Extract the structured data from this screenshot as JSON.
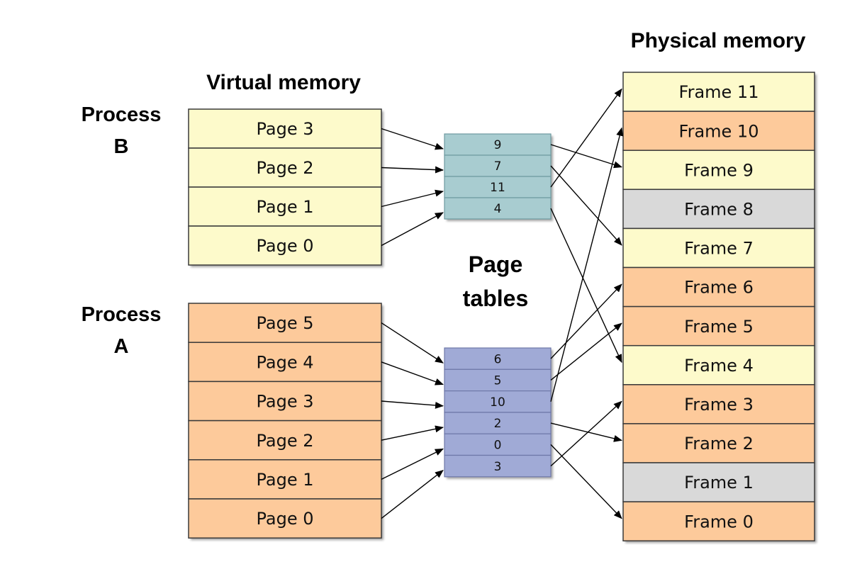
{
  "headings": {
    "virtual": "Virtual memory",
    "physical": "Physical memory",
    "page_tables_line1": "Page",
    "page_tables_line2": "tables"
  },
  "process_b": {
    "label_line1": "Process",
    "label_line2": "B",
    "pages": [
      "Page 3",
      "Page 2",
      "Page 1",
      "Page 0"
    ],
    "page_table": [
      "9",
      "7",
      "11",
      "4"
    ]
  },
  "process_a": {
    "label_line1": "Process",
    "label_line2": "A",
    "pages": [
      "Page 5",
      "Page 4",
      "Page 3",
      "Page 2",
      "Page 1",
      "Page 0"
    ],
    "page_table": [
      "6",
      "5",
      "10",
      "2",
      "0",
      "3"
    ]
  },
  "frames": [
    {
      "label": "Frame 11",
      "owner": "B"
    },
    {
      "label": "Frame 10",
      "owner": "A"
    },
    {
      "label": "Frame 9",
      "owner": "B"
    },
    {
      "label": "Frame 8",
      "owner": "free"
    },
    {
      "label": "Frame 7",
      "owner": "B"
    },
    {
      "label": "Frame 6",
      "owner": "A"
    },
    {
      "label": "Frame 5",
      "owner": "A"
    },
    {
      "label": "Frame 4",
      "owner": "B"
    },
    {
      "label": "Frame 3",
      "owner": "A"
    },
    {
      "label": "Frame 2",
      "owner": "A"
    },
    {
      "label": "Frame 1",
      "owner": "free"
    },
    {
      "label": "Frame 0",
      "owner": "A"
    }
  ],
  "colors": {
    "heading_blue": "#1a1aff",
    "heading_red": "#b50e0e",
    "process_b_fill": "#fdfacb",
    "process_a_fill": "#fdca9b",
    "free_fill": "#d9d9d9",
    "table_b_fill": "#a8ccd0",
    "table_a_fill": "#a0aad6"
  }
}
